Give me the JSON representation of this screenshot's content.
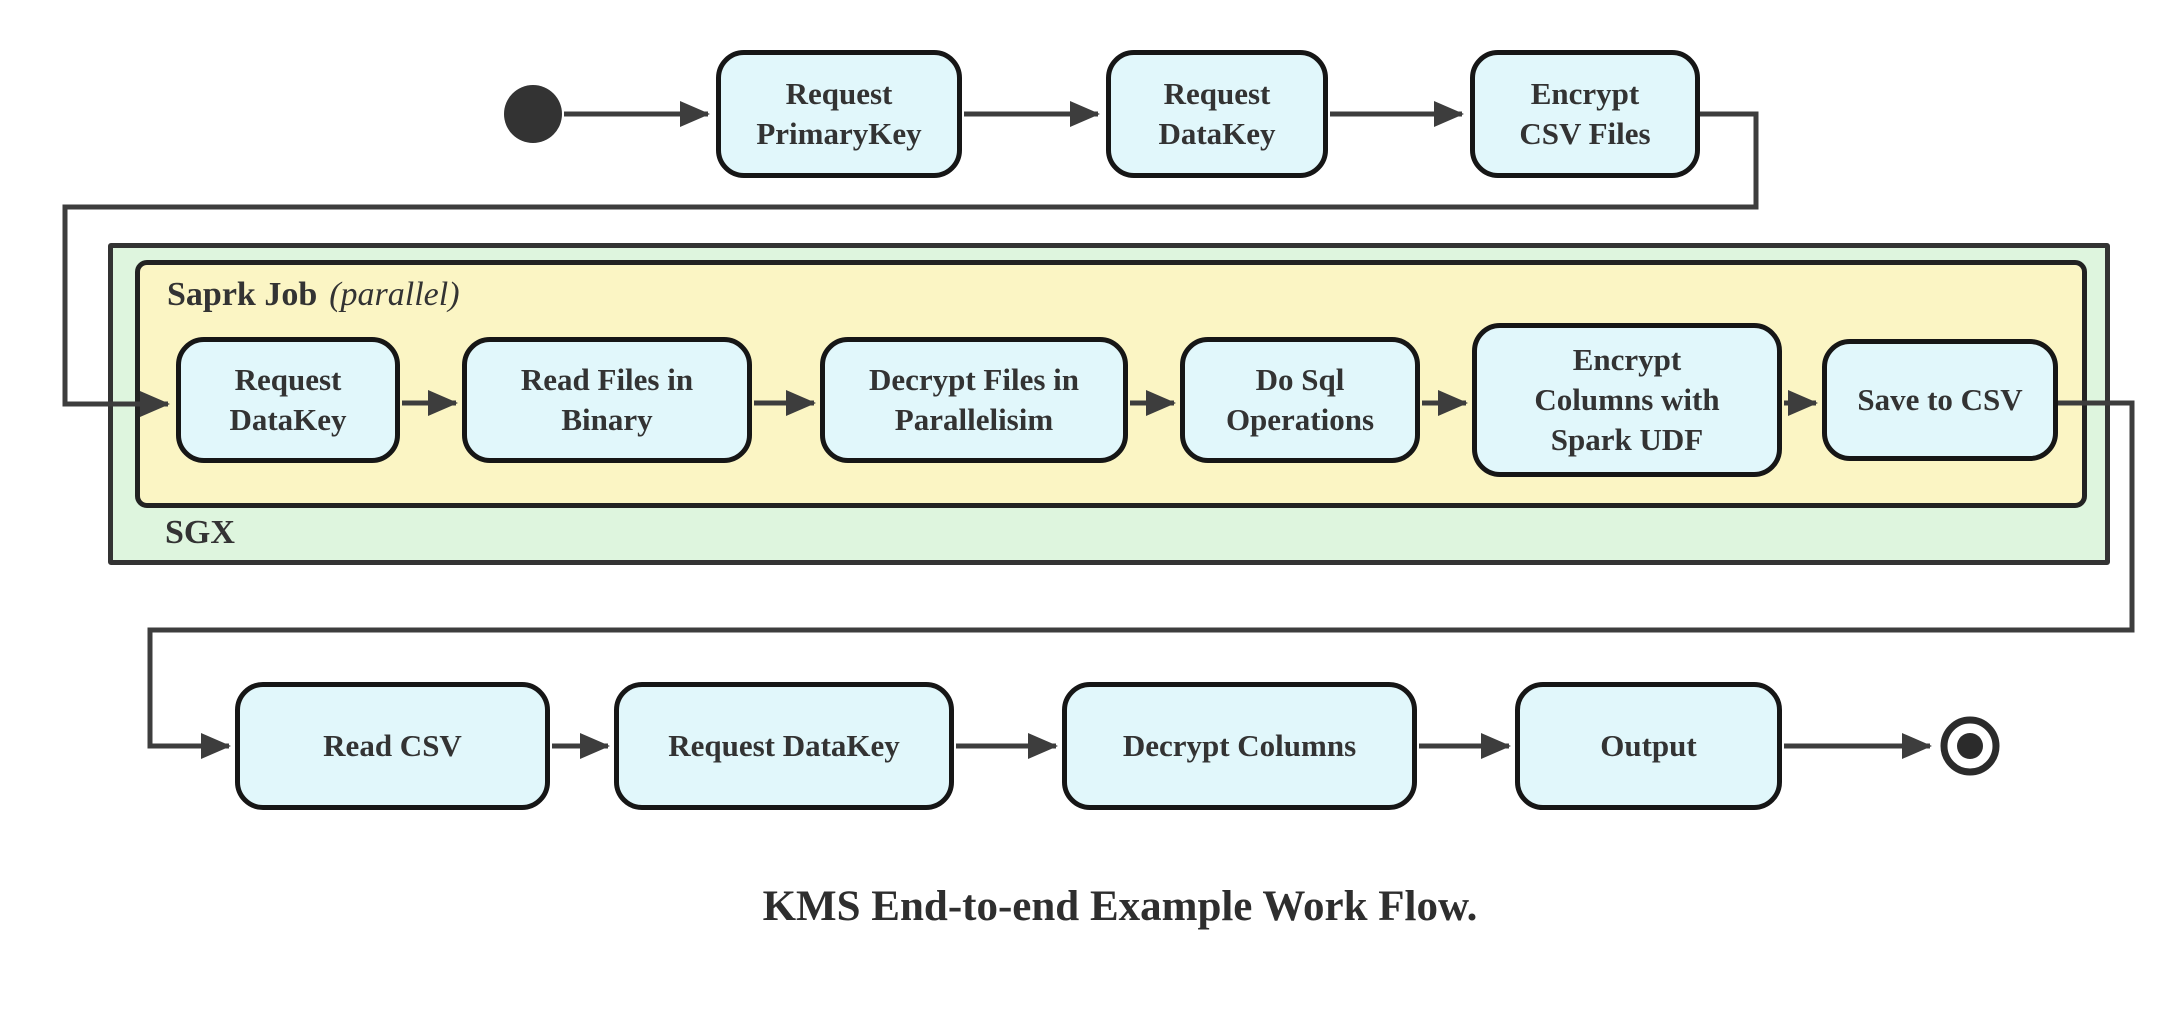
{
  "diagram": {
    "caption": "KMS End-to-end Example Work Flow.",
    "colors": {
      "node_fill": "#e1f7fb",
      "node_border": "#161616",
      "sgx_container_fill": "#def5de",
      "spark_container_fill": "#fbf5c4",
      "line": "#3d3d3d",
      "text": "#333333"
    },
    "start_state": "initial-state",
    "end_state": "final-state",
    "top_row": {
      "nodes": [
        {
          "label": "Request\nPrimaryKey"
        },
        {
          "label": "Request\nDataKey"
        },
        {
          "label": "Encrypt\nCSV Files"
        }
      ]
    },
    "sgx_container": {
      "label": "SGX"
    },
    "spark_container": {
      "label_bold": "Saprk Job",
      "label_italic": "(parallel)"
    },
    "middle_row": {
      "nodes": [
        {
          "label": "Request\nDataKey"
        },
        {
          "label": "Read Files in\nBinary"
        },
        {
          "label": "Decrypt Files in\nParallelisim"
        },
        {
          "label": "Do Sql\nOperations"
        },
        {
          "label": "Encrypt\nColumns with\nSpark UDF"
        },
        {
          "label": "Save to CSV"
        }
      ]
    },
    "bottom_row": {
      "nodes": [
        {
          "label": "Read CSV"
        },
        {
          "label": "Request DataKey"
        },
        {
          "label": "Decrypt Columns"
        },
        {
          "label": "Output"
        }
      ]
    }
  }
}
